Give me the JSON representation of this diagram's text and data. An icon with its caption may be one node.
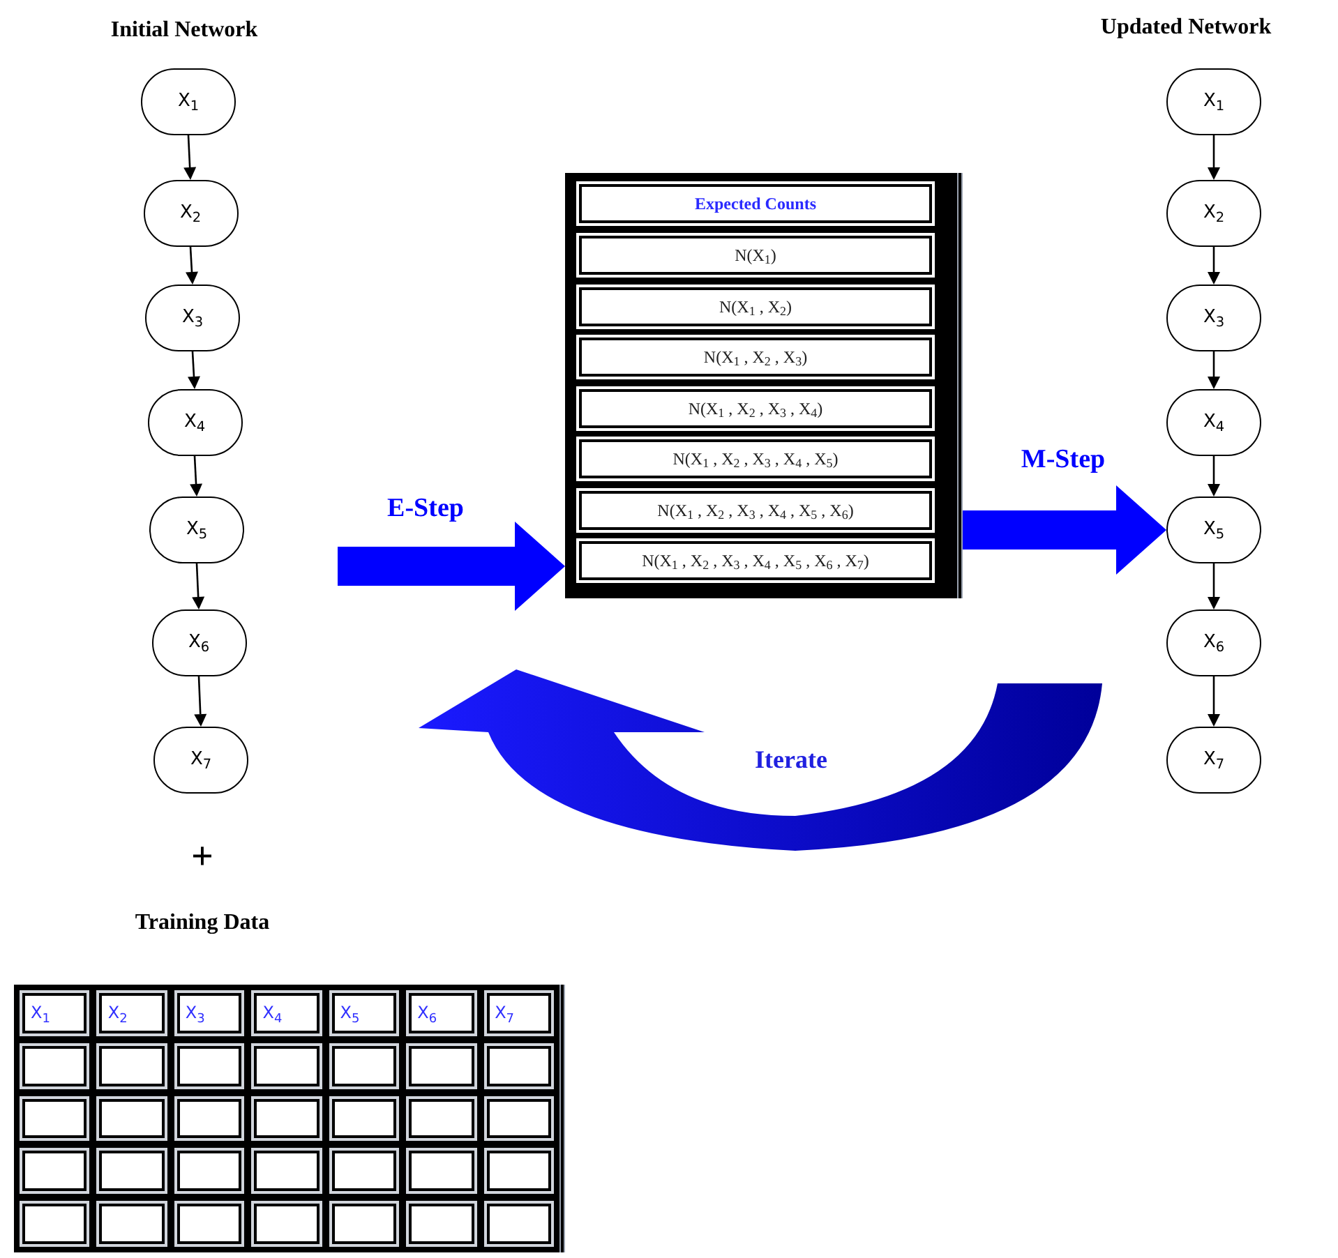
{
  "diagram": {
    "nodes": [
      {
        "text": [
          "X$_{1}$"
        ]
      },
      {
        "text": [
          "X$_{2}$"
        ]
      },
      {
        "text": [
          "X$_{3}$"
        ]
      },
      {
        "text": [
          "X$_{4}$"
        ]
      },
      {
        "text": [
          "X$_{5}$"
        ]
      },
      {
        "text": [
          "X$_{6}$"
        ]
      },
      {
        "text": [
          "X$_{7}$"
        ]
      },
      {
        "text": [
          "X$_{1}$"
        ]
      },
      {
        "text": [
          "X$_{2}$"
        ]
      },
      {
        "text": [
          "X$_{3}$"
        ]
      },
      {
        "text": [
          "X$_{4}$"
        ]
      },
      {
        "text": [
          "X$_{5}$"
        ]
      },
      {
        "text": [
          "X$_{6}$"
        ]
      },
      {
        "text": [
          "X$_{7}$"
        ]
      },
      {
        "text": [],
        "shape": "box"
      },
      {
        "text": [
          "Expected Counts"
        ],
        "in": 14
      },
      {
        "text": [
          "N(X$_{1}$)"
        ],
        "in": 14
      },
      {
        "text": [
          "N(X$_{1}$ , X$_{2}$)"
        ],
        "in": 14
      },
      {
        "text": [
          "N(X$_{1}$ , X$_{2}$ , X$_{3}$)"
        ],
        "in": 14
      },
      {
        "text": [
          "N(X$_{1}$ , X$_{2}$ , X$_{3}$ , X$_{4}$)"
        ],
        "in": 14
      },
      {
        "text": [
          "N(X$_{1}$ , X$_{2}$ , X$_{3}$ , X$_{4}$ , X$_{5}$)"
        ],
        "in": 14
      },
      {
        "text": [
          "N(X$_{1}$ , X$_{2}$ , X$_{3}$ , X$_{4}$ , X$_{5}$ , X$_{6}$)"
        ],
        "in": 14
      },
      {
        "text": [
          "N(X$_{1}$ , X$_{2}$ , X$_{3}$ , X$_{4}$ , X$_{5}$ , X$_{6}$ , X$_{7}$)"
        ],
        "in": 14
      }
    ],
    "edges": [
      {
        "from": 0,
        "to": 1,
        "arrow": "to"
      },
      {
        "from": 1,
        "to": 2,
        "arrow": "to"
      },
      {
        "from": 2,
        "to": 3,
        "arrow": "to"
      },
      {
        "from": 3,
        "to": 4,
        "arrow": "to"
      },
      {
        "from": 4,
        "to": 5,
        "arrow": "to"
      },
      {
        "from": 5,
        "to": 6,
        "arrow": "to"
      },
      {
        "from": 7,
        "to": 8,
        "arrow": "to"
      },
      {
        "from": 8,
        "to": 9,
        "arrow": "to"
      },
      {
        "from": 9,
        "to": 10,
        "arrow": "to"
      },
      {
        "from": 10,
        "to": 11,
        "arrow": "to"
      },
      {
        "from": 11,
        "to": 12,
        "arrow": "to"
      },
      {
        "from": 12,
        "to": 13,
        "arrow": "to"
      },
      {
        "from": null,
        "to": 14,
        "arrow": "to",
        "label": "E-Step",
        "style": "thick",
        "color": "#0000ff"
      },
      {
        "from": 14,
        "to": 11,
        "arrow": "to",
        "label": "M-Step",
        "style": "thick",
        "color": "#0000ff"
      }
    ],
    "labels": [
      "Initial Network",
      "Updated Network",
      "Iterate",
      "+",
      "Training Data",
      "X$_{1}$",
      "X$_{2}$",
      "X$_{3}$",
      "X$_{4}$",
      "X$_{5}$",
      "X$_{6}$",
      "X$_{7}$"
    ]
  }
}
